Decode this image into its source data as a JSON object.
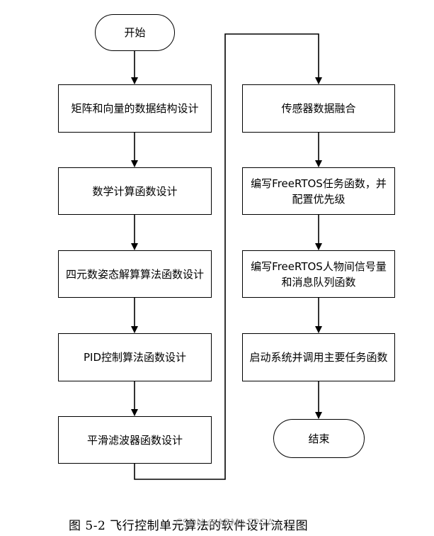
{
  "diagram": {
    "left_column": {
      "start": "开始",
      "step1": "矩阵和向量的数据结构设计",
      "step2": "数学计算函数设计",
      "step3": "四元数姿态解算算法函数设计",
      "step4": "PID控制算法函数设计",
      "step5": "平滑滤波器函数设计"
    },
    "right_column": {
      "step6": "传感器数据融合",
      "step7": "编写FreeRTOS任务函数，并配置优先级",
      "step8": "编写FreeRTOS人物间信号量和消息队列函数",
      "step9": "启动系统并调用主要任务函数",
      "end": "结束"
    }
  },
  "caption": "图 5-2  飞行控制单元算法的软件设计流程图",
  "watermark": "CSDN @ARM+FPGA"
}
